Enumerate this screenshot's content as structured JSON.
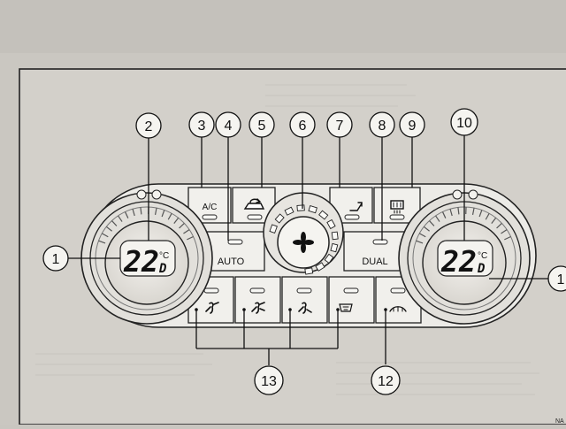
{
  "callouts": {
    "c1": "1",
    "c2": "2",
    "c3": "3",
    "c4": "4",
    "c5": "5",
    "c6": "6",
    "c7": "7",
    "c8": "8",
    "c9": "9",
    "c10": "10",
    "c11": "1",
    "c12": "12",
    "c13": "13"
  },
  "labels": {
    "ac": "A/C",
    "auto": "AUTO",
    "dual": "DUAL"
  },
  "displays": {
    "left_temp": "22",
    "left_unit": "°C",
    "right_temp": "22",
    "right_unit": "°C"
  },
  "corner_text": "NA"
}
